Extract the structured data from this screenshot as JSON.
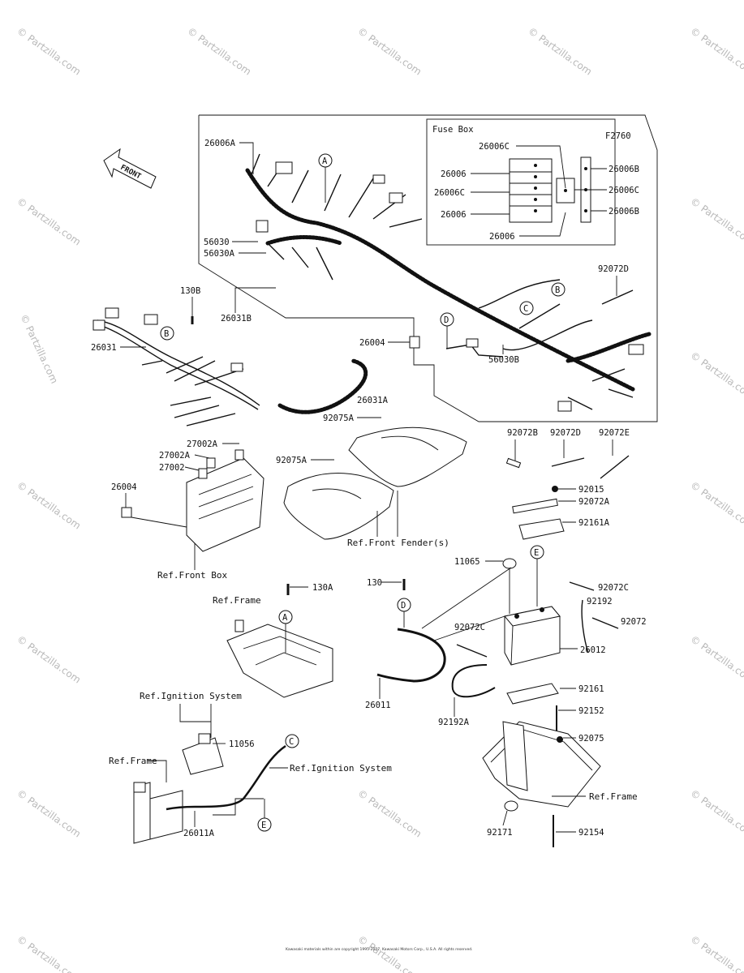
{
  "diagram_code": "F2760",
  "fuse_box_title": "Fuse Box",
  "front_arrow_label": "FRONT",
  "watermark": "© Partzilla.com",
  "copyright": "Kawasaki materials within are copyright 1995-2017, Kawasaki Motors Corp., U.S.A. All rights reserved.",
  "parts": {
    "p26006A": "26006A",
    "p56030": "56030",
    "p56030A": "56030A",
    "p26031B": "26031B",
    "p130B": "130B",
    "p26031": "26031",
    "p26004_top": "26004",
    "p56030B": "56030B",
    "p26031A": "26031A",
    "p92075A_top": "92075A",
    "p92072D_top": "92072D",
    "p27002A_1": "27002A",
    "p27002A_2": "27002A",
    "p27002": "27002",
    "p26004_left": "26004",
    "p92075A_mid": "92075A",
    "p92072B": "92072B",
    "p92072D_mid": "92072D",
    "p92072E": "92072E",
    "p92015": "92015",
    "p92072A": "92072A",
    "p92161A": "92161A",
    "p11065": "11065",
    "p130A": "130A",
    "p130": "130",
    "p92072C_1": "92072C",
    "p92192": "92192",
    "p92072": "92072",
    "p92072C_2": "92072C",
    "p26012": "26012",
    "p26011": "26011",
    "p92161": "92161",
    "p92192A": "92192A",
    "p92152": "92152",
    "p11056": "11056",
    "p92075": "92075",
    "p26011A": "26011A",
    "p92171": "92171",
    "p92154": "92154"
  },
  "fuses": {
    "left": [
      "26006C",
      "26006",
      "26006C",
      "26006",
      "26006"
    ],
    "right": [
      "26006B",
      "26006C",
      "26006B"
    ]
  },
  "refs": {
    "front_fender": "Ref.Front Fender(s)",
    "front_box": "Ref.Front Box",
    "frame_1": "Ref.Frame",
    "ignition_1": "Ref.Ignition System",
    "frame_2": "Ref.Frame",
    "ignition_2": "Ref.Ignition System",
    "frame_3": "Ref.Frame"
  },
  "callouts": {
    "a1": "A",
    "b1": "B",
    "c1": "C",
    "d1": "D",
    "b2": "B",
    "a2": "A",
    "d2": "D",
    "e1": "E",
    "c2": "C",
    "e2": "E"
  }
}
